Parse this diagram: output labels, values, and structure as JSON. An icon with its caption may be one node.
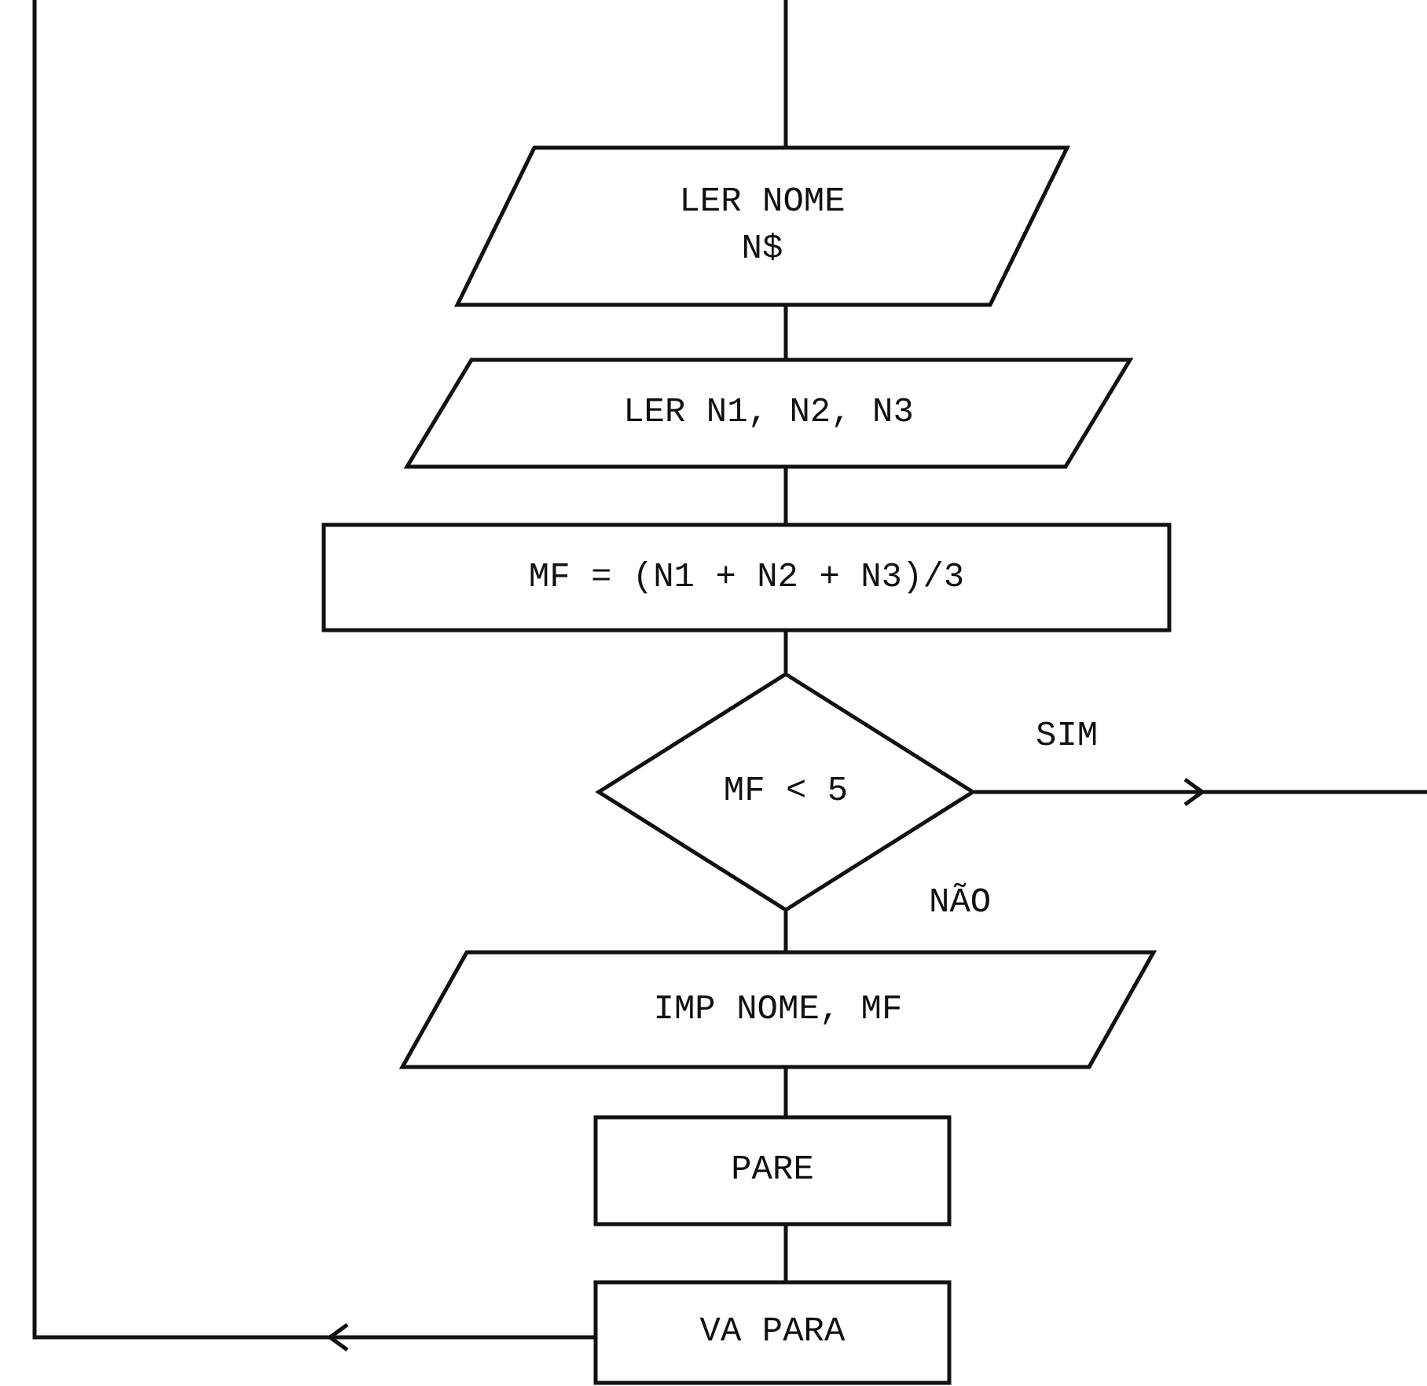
{
  "diagram": {
    "nodes": [
      {
        "text": [
          "LER NOME N$"
        ]
      },
      {
        "text": [
          "LER N1, N2, N3"
        ]
      },
      {
        "text": [
          "MF = (N1 + N2 + N3)/3"
        ]
      },
      {
        "text": [
          "MF < 5"
        ]
      },
      {
        "text": [
          "IMP NOME, MF"
        ]
      },
      {
        "text": [
          "PARE"
        ]
      },
      {
        "text": [
          "VA PARA"
        ]
      }
    ],
    "edges": [
      {
        "from": null,
        "to": 0,
        "arrow": "none"
      },
      {
        "from": 0,
        "to": 1,
        "arrow": "none"
      },
      {
        "from": 1,
        "to": 2,
        "arrow": "none"
      },
      {
        "from": 2,
        "to": 3,
        "arrow": "none"
      },
      {
        "from": 3,
        "to": 4,
        "arrow": "none",
        "label": "NÃO"
      },
      {
        "from": 4,
        "to": 5,
        "arrow": "none"
      },
      {
        "from": 5,
        "to": 6,
        "arrow": "none"
      },
      {
        "from": 3,
        "to": null,
        "arrow": "to",
        "label": "SIM"
      },
      {
        "from": 6,
        "to": null,
        "arrow": "to"
      }
    ]
  }
}
